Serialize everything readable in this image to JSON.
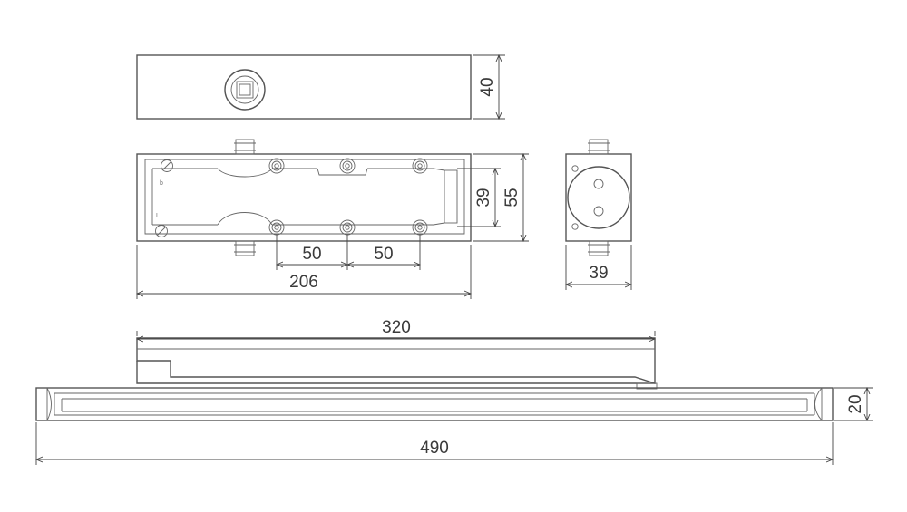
{
  "dimensions": {
    "top_height": "40",
    "body_inner_height": "39",
    "body_outer_height": "55",
    "spacing_1": "50",
    "spacing_2": "50",
    "body_length": "206",
    "side_width": "39",
    "arm_length": "320",
    "rail_height": "20",
    "rail_length": "490"
  },
  "colors": {
    "line": "#555555",
    "text": "#3a3a3a",
    "background": "#ffffff"
  }
}
